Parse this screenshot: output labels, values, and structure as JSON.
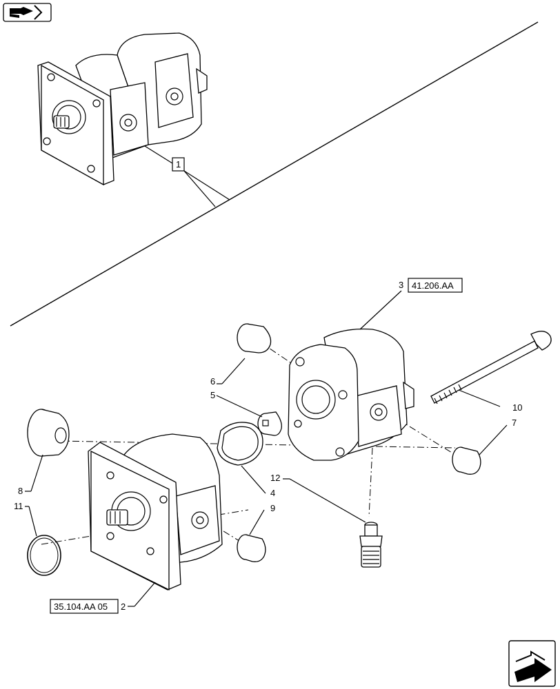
{
  "header": {
    "nav_icon": "book-arrow-icon"
  },
  "footer": {
    "nav_icon": "next-page-arrow-icon"
  },
  "callouts": {
    "c1": "1",
    "c2": "2",
    "c3": "3",
    "c4": "4",
    "c5": "5",
    "c6": "6",
    "c7": "7",
    "c8": "8",
    "c9": "9",
    "c10": "10",
    "c11": "11",
    "c12": "12"
  },
  "references": {
    "ref3": "41.206.AA",
    "ref2": "35.104.AA 05"
  }
}
